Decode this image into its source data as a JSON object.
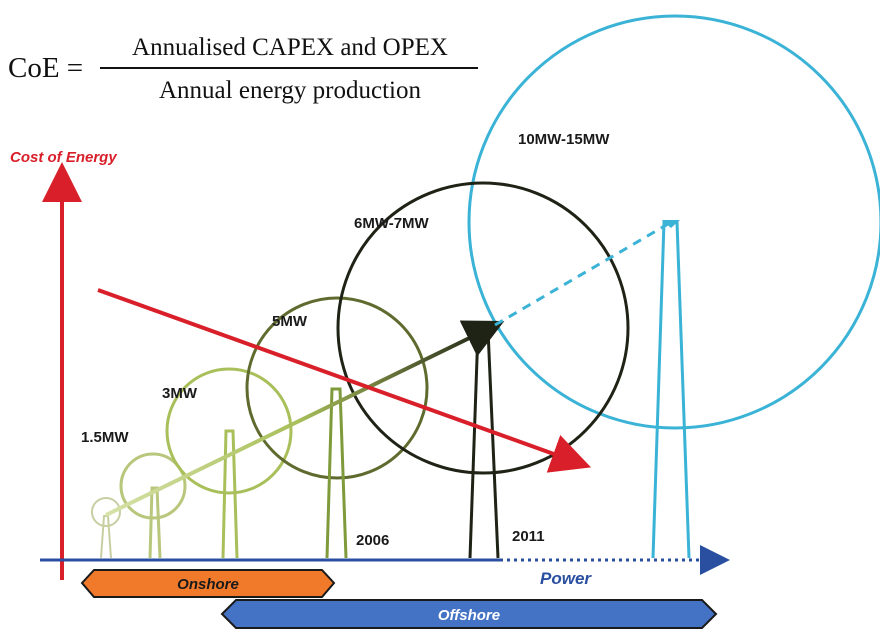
{
  "formula": {
    "lhs": "CoE =",
    "numerator": "Annualised CAPEX and OPEX",
    "denominator": "Annual energy production"
  },
  "axes": {
    "y_label": "Cost of Energy",
    "x_label": "Power"
  },
  "turbines": [
    {
      "id": "t0",
      "label": "",
      "color": "#c7cfa2"
    },
    {
      "id": "t1",
      "label": "1.5MW",
      "color": "#b8c77c"
    },
    {
      "id": "t2",
      "label": "3MW",
      "color": "#a8bf5a"
    },
    {
      "id": "t3",
      "label": "5MW",
      "color": "#5f6b2e"
    },
    {
      "id": "t4",
      "label": "6MW-7MW",
      "color": "#1f2316"
    },
    {
      "id": "t5",
      "label": "10MW-15MW",
      "color": "#3ab3d6"
    }
  ],
  "years": [
    "2006",
    "2011"
  ],
  "ranges": {
    "onshore": {
      "label": "Onshore",
      "fill": "#f07a2a",
      "text_color": "#1a1a1a"
    },
    "offshore": {
      "label": "Offshore",
      "fill": "#4472c4",
      "text_color": "#ffffff"
    }
  },
  "colors": {
    "cost_axis": "#d9202a",
    "power_axis": "#2a4fa0",
    "trend_line": "#d9202a",
    "growth_line_start": "#d6e2a8",
    "growth_line_end": "#1f2316"
  }
}
